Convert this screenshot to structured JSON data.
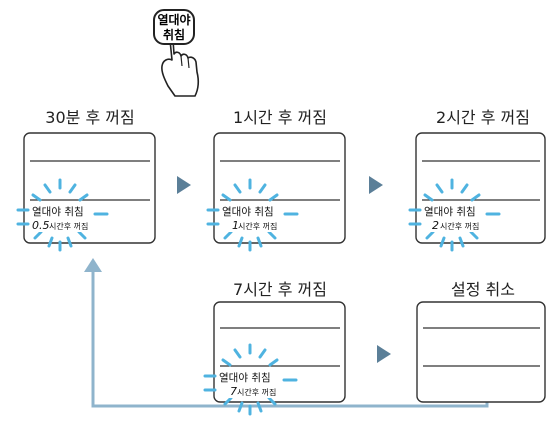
{
  "button": {
    "line1": "열대야",
    "line2": "취침"
  },
  "panels": [
    {
      "label": "30분 후 꺼짐",
      "display_title": "열대야 취침",
      "display_value": "0.5",
      "display_suffix": "시간후 꺼짐"
    },
    {
      "label": "1시간 후 꺼짐",
      "display_title": "열대야 취침",
      "display_value": "1",
      "display_suffix": "시간후 꺼짐"
    },
    {
      "label": "2시간 후 꺼짐",
      "display_title": "열대야 취침",
      "display_value": "2",
      "display_suffix": "시간후 꺼짐"
    },
    {
      "label": "7시간 후 꺼짐",
      "display_title": "열대야 취침",
      "display_value": "7",
      "display_suffix": "시간후 꺼짐"
    },
    {
      "label": "설정 취소"
    }
  ],
  "colors": {
    "flash": "#4fb3e0",
    "arrow": "#5b7f98",
    "return_line": "#8fb4cc",
    "panel_border": "#333333",
    "panel_fill": "#ffffff"
  },
  "icons": {
    "hand": "pointing-hand-icon",
    "arrow": "triangle-right-icon"
  }
}
